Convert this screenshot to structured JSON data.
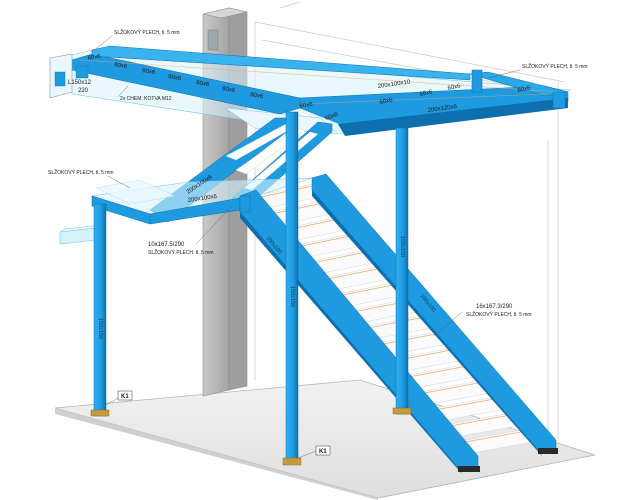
{
  "annotations": {
    "plech_top_left": "SLŽOKOVÝ PLECH, tl. 5 mm",
    "plech_top_right": "SLŽOKOVÝ PLECH, tl. 5 mm",
    "plech_landing": "SLŽOKOVÝ PLECH, tl. 5 mm",
    "plech_stair_lower": "SLŽOKOVÝ PLECH, tl. 5 mm",
    "plech_stair_main": "SLŽOKOVÝ PLECH, tl. 5 mm",
    "chem_kotva": "2x CHEM. KOTVA M12"
  },
  "dimensions": {
    "beam_top_1": "60x6",
    "beam_top_2": "60x6",
    "beam_top_3": "60x6",
    "beam_top_4": "60x6",
    "beam_top_5": "60x6",
    "beam_top_6": "60x6",
    "beam_top_7": "60x6",
    "beam_top_8": "60x6",
    "beam_top_9": "60x6",
    "beam_top_10": "60x6",
    "beam_top_11": "60x6",
    "beam_top_12": "60x6",
    "beam_right_1": "60x6",
    "main_beam_a": "200x100x10",
    "main_beam_b": "200x120x6",
    "plate_a": "L150x12",
    "plate_b": "220",
    "landing_beam_a": "200x100x6",
    "landing_beam_b": "200x100x6",
    "stair_lower": "10x167.5/290",
    "stair_main": "16x167.3/290"
  },
  "columns": {
    "support_1": "K1",
    "support_2": "K1"
  },
  "flanges": {
    "col_left": "150x150",
    "col_mid": "150x150",
    "col_right": "150x150",
    "stringer_left": "200x100",
    "stringer_right": "200x100"
  },
  "colors": {
    "steel": "#1e9be0",
    "steel_dark": "#0e6fae",
    "concrete": "#b9b9b9",
    "glass": "#d6f2fb",
    "tread_line": "#f1a46c"
  }
}
